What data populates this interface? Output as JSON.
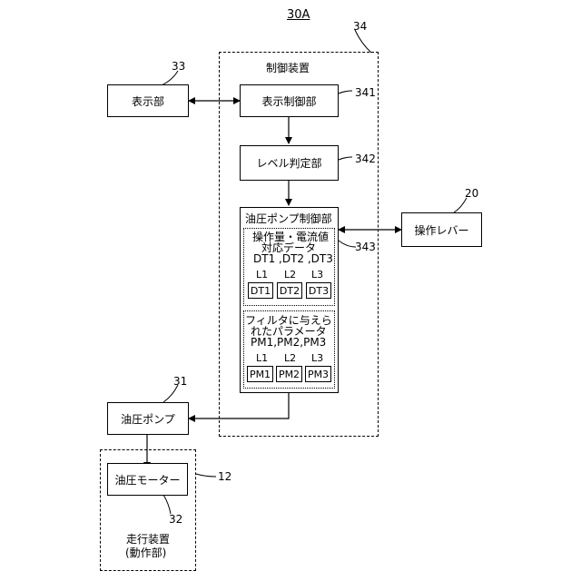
{
  "figure": {
    "id": "30A",
    "control": {
      "ref": "34",
      "title": "制御装置"
    },
    "display": {
      "ref": "33",
      "label": "表示部"
    },
    "display_ctrl": {
      "ref": "341",
      "label": "表示制御部"
    },
    "level_judge": {
      "ref": "342",
      "label": "レベル判定部"
    },
    "pump_ctrl": {
      "ref": "343",
      "title": "油圧ポンプ制御部",
      "dt_section": {
        "heading1": "操作量・電流値",
        "heading2": "対応データ",
        "heading3": "DT1 ,DT2 ,DT3",
        "levels": [
          "L1",
          "L2",
          "L3"
        ],
        "items": [
          "DT1",
          "DT2",
          "DT3"
        ]
      },
      "pm_section": {
        "heading1": "フィルタに与えら",
        "heading2": "れたパラメータ",
        "heading3": "PM1,PM2,PM3",
        "levels": [
          "L1",
          "L2",
          "L3"
        ],
        "items": [
          "PM1",
          "PM2",
          "PM3"
        ]
      }
    },
    "lever": {
      "ref": "20",
      "label": "操作レバー"
    },
    "pump": {
      "ref": "31",
      "label": "油圧ポンプ"
    },
    "travel": {
      "ref": "12",
      "label1": "走行装置",
      "label2": "(動作部)"
    },
    "motor": {
      "ref": "32",
      "label": "油圧モーター"
    }
  }
}
